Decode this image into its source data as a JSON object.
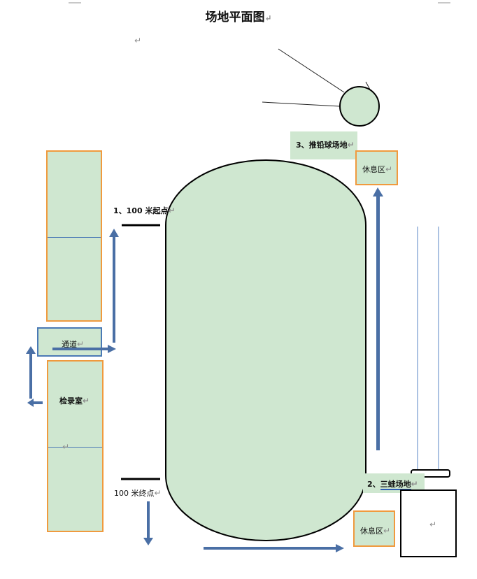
{
  "page": {
    "title": "场地平面图",
    "paragraph_mark": "↵"
  },
  "labels": {
    "start_100m": "1、100 米起点",
    "end_100m": "100 米终点",
    "shot_put": "3、推铅球场地",
    "rest_top": "休息区",
    "rest_bottom": "休息区",
    "triple_jump_prefix": "2、",
    "triple_jump": "三蛙场地",
    "channel": "通道",
    "checkin_room": "检录室"
  },
  "colors": {
    "fill_green": "#cfe7d0",
    "border_orange": "#f09a3e",
    "border_blue": "#4a79b5",
    "arrow_blue": "#4a6fa5",
    "outline_black": "#000000"
  }
}
